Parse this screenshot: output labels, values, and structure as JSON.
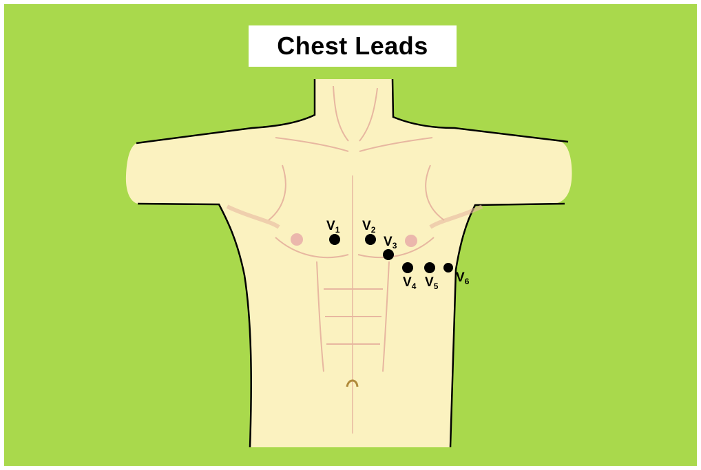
{
  "title": "Chest Leads",
  "colors": {
    "background": "#a9d94c",
    "body_fill": "#fbf2c0",
    "outline": "#000000",
    "anatomy_lines": "#e7b7a0",
    "nipple": "#e7a7a6",
    "electrode": "#000000"
  },
  "electrodes": [
    {
      "name": "V",
      "sub": "1"
    },
    {
      "name": "V",
      "sub": "2"
    },
    {
      "name": "V",
      "sub": "3"
    },
    {
      "name": "V",
      "sub": "4"
    },
    {
      "name": "V",
      "sub": "5"
    },
    {
      "name": "V",
      "sub": "6"
    }
  ]
}
